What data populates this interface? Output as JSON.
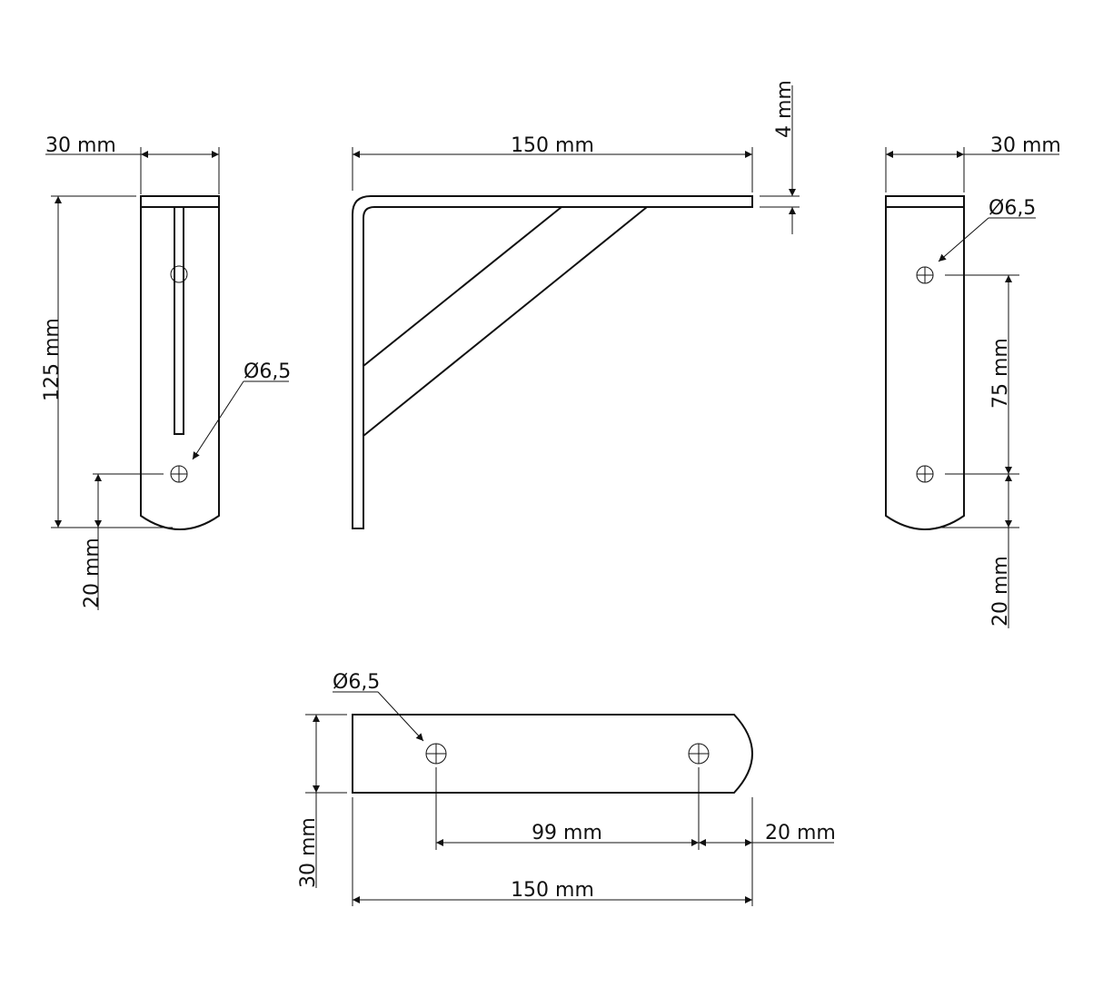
{
  "labels": {
    "left_width": "30 mm",
    "left_height": "125 mm",
    "left_bottom": "20 mm",
    "left_hole": "Ø6,5",
    "top_length": "150 mm",
    "thickness": "4 mm",
    "right_width": "30 mm",
    "right_hole": "Ø6,5",
    "right_spacing": "75 mm",
    "right_bottom": "20 mm",
    "bottom_hole": "Ø6,5",
    "bottom_height": "30 mm",
    "bottom_spacing": "99 mm",
    "bottom_end": "20 mm",
    "bottom_length": "150 mm"
  }
}
